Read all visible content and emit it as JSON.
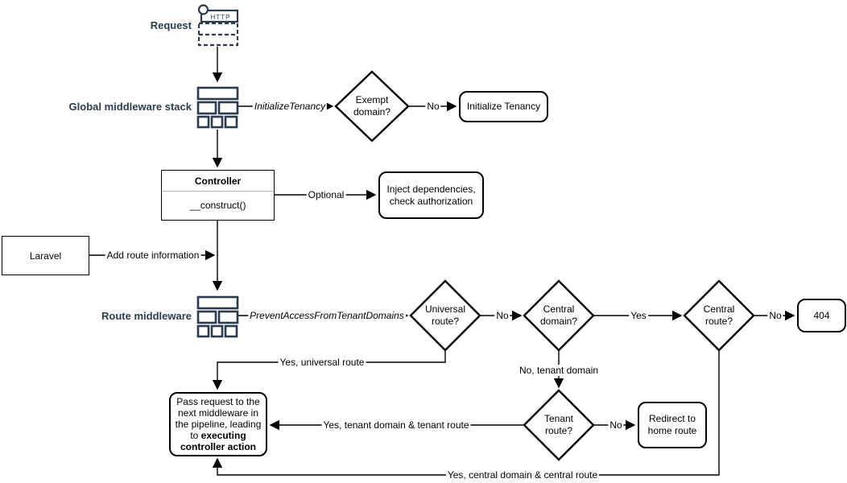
{
  "colors": {
    "navy_accent": "#2b3c4f",
    "line": "#000000",
    "background": "#ffffff",
    "divider_gray": "#b3b3b3"
  },
  "icons": {
    "request": "http-request-icon",
    "global_middleware": "middleware-stack-icon",
    "route_middleware": "middleware-stack-icon"
  },
  "nodes": {
    "request_label": "Request",
    "request_http": "HTTP",
    "global_middleware_label": "Global middleware stack",
    "route_middleware_label": "Route middleware",
    "controller_title": "Controller",
    "controller_member": "__construct()",
    "laravel": "Laravel",
    "exempt_domain": "Exempt domain?",
    "initialize_tenancy": "Initialize Tenancy",
    "inject_dependencies": "Inject dependencies, check authorization",
    "universal_route": "Universal route?",
    "central_domain": "Central domain?",
    "central_route": "Central route?",
    "not_found": "404",
    "tenant_route": "Tenant route?",
    "redirect_home": "Redirect to home route",
    "pass_request_normal": "Pass request to the next middleware in the pipeline, leading to ",
    "pass_request_bold": "executing controller action"
  },
  "edge_labels": {
    "initialize_tenancy_mw": "InitializeTenancy",
    "exempt_no": "No",
    "optional": "Optional",
    "add_route_information": "Add route information",
    "prevent_access_mw": "PreventAccessFromTenantDomains",
    "universal_no": "No",
    "central_domain_yes": "Yes",
    "central_route_no": "No",
    "universal_yes": "Yes, universal route",
    "central_domain_no": "No, tenant domain",
    "tenant_route_no": "No",
    "tenant_route_yes": "Yes, tenant domain & tenant route",
    "central_route_yes": "Yes, central domain & central route"
  }
}
